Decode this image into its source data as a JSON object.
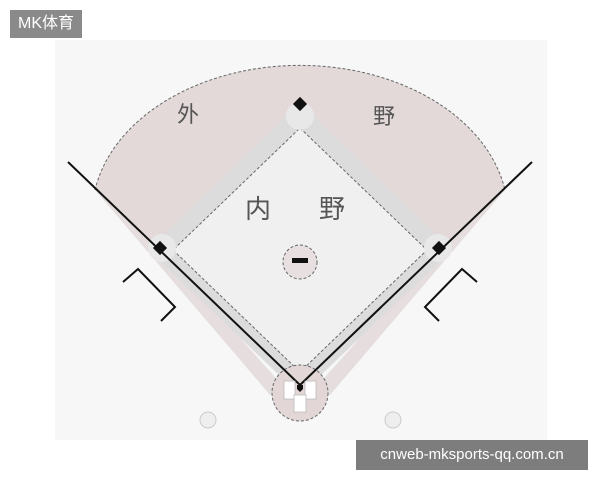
{
  "watermark": {
    "brand": "MK体育",
    "url": "cnweb-mksports-qq.com.cn"
  },
  "labels": {
    "outfield_left": "外",
    "outfield_right": "野",
    "infield_left": "内",
    "infield_right": "野"
  },
  "colors": {
    "panel_background": "#f7f7f7",
    "outfield_fill": "#e3d9d9",
    "infield_border_fill": "#dcdcdc",
    "infield_fill": "#f0f0f0",
    "dashed_line": "#666666",
    "foul_line": "#111111",
    "base_fill": "#111111",
    "watermark_background": "#8a8a8a"
  }
}
